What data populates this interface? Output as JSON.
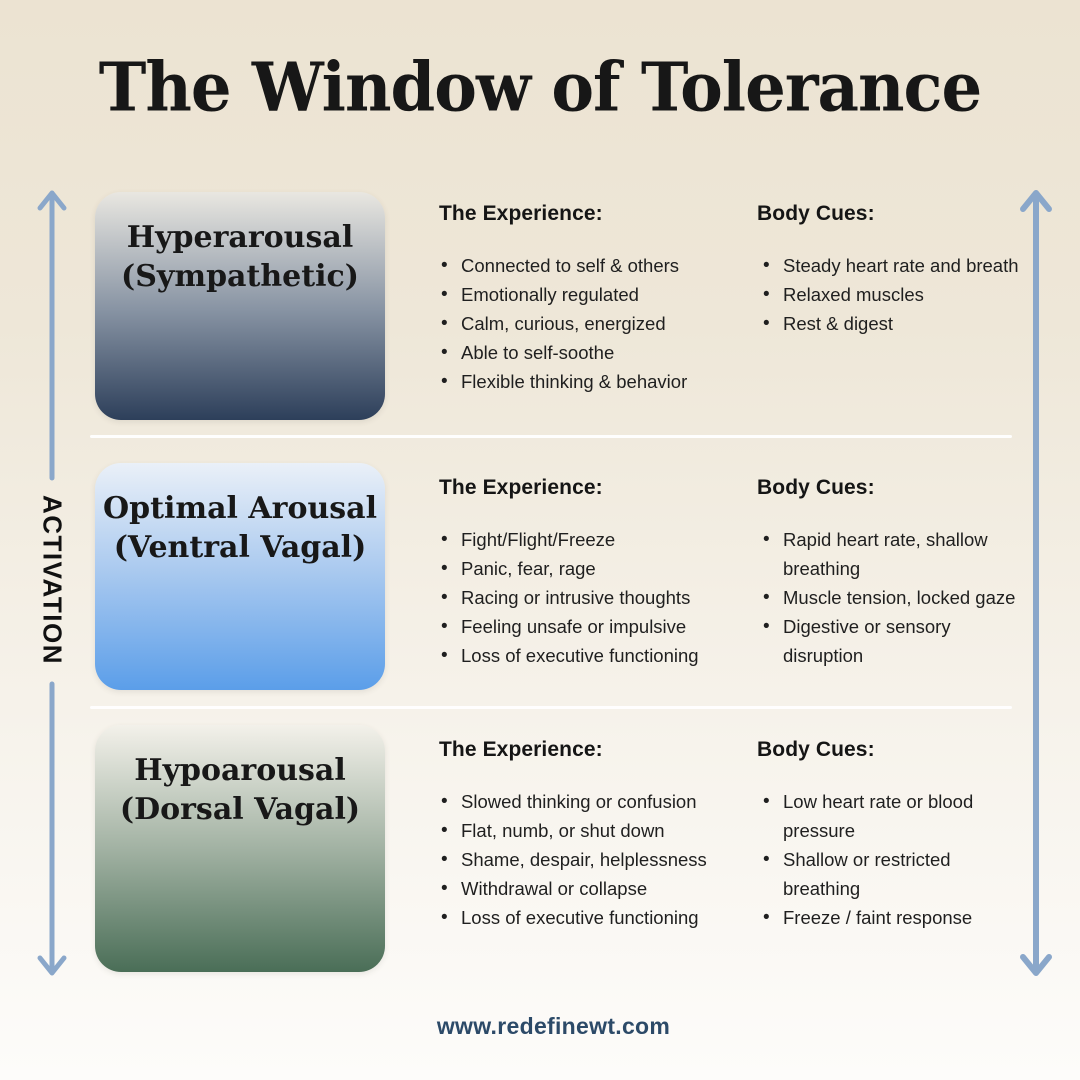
{
  "page": {
    "title": "The Window of Tolerance",
    "axis_label": "ACTIVATION",
    "footer_url": "www.redefinewt.com"
  },
  "colors": {
    "background_top": "#ece3d2",
    "background_bottom": "#fdfcfa",
    "arrow": "#8aa7ca",
    "divider": "#ffffff",
    "title_text": "#171717",
    "body_text": "#1f1f1f",
    "footer_text": "#2c4a68",
    "card_hyperarousal_gradient": [
      "#e9e7e1",
      "#8793a3",
      "#2d3f5a"
    ],
    "card_optimal_gradient": [
      "#eaf0f8",
      "#a9c9ef",
      "#5b9ee9"
    ],
    "card_hypoarousal_gradient": [
      "#f3f1ea",
      "#a2b2a3",
      "#4a6e57"
    ]
  },
  "rows": [
    {
      "card": {
        "line1": "Hyperarousal",
        "line2": "(Sympathetic)"
      },
      "experience_header": "The Experience:",
      "experience_items": [
        "Connected to self & others",
        "Emotionally regulated",
        "Calm, curious, energized",
        "Able to self-soothe",
        "Flexible thinking & behavior"
      ],
      "body_cues_header": "Body Cues:",
      "body_cues_items": [
        "Steady heart rate and breath",
        "Relaxed muscles",
        "Rest & digest"
      ]
    },
    {
      "card": {
        "line1": "Optimal Arousal",
        "line2": "(Ventral Vagal)"
      },
      "experience_header": "The Experience:",
      "experience_items": [
        "Fight/Flight/Freeze",
        "Panic, fear, rage",
        "Racing or intrusive thoughts",
        "Feeling unsafe or impulsive",
        "Loss of executive functioning"
      ],
      "body_cues_header": "Body Cues:",
      "body_cues_items": [
        "Rapid heart rate, shallow breathing",
        "Muscle tension, locked gaze",
        "Digestive or sensory disruption"
      ]
    },
    {
      "card": {
        "line1": "Hypoarousal",
        "line2": "(Dorsal Vagal)"
      },
      "experience_header": "The Experience:",
      "experience_items": [
        "Slowed thinking or confusion",
        "Flat, numb, or shut down",
        "Shame, despair, helplessness",
        "Withdrawal or collapse",
        "Loss of executive functioning"
      ],
      "body_cues_header": "Body Cues:",
      "body_cues_items": [
        "Low heart rate or blood pressure",
        "Shallow or restricted breathing",
        "Freeze / faint response"
      ]
    }
  ]
}
